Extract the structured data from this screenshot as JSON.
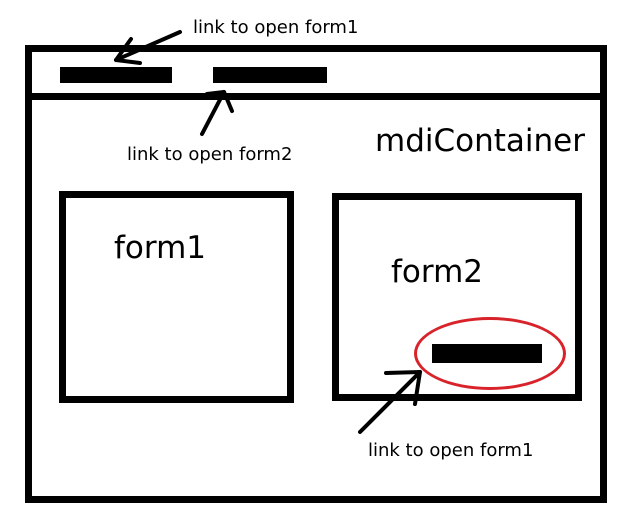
{
  "annotations": {
    "top": "link to open form1",
    "middle": "link to open form2",
    "bottom": "link to open form1"
  },
  "container": {
    "title": "mdiContainer"
  },
  "forms": {
    "form1": {
      "title": "form1"
    },
    "form2": {
      "title": "form2"
    }
  },
  "colors": {
    "ink": "#000000",
    "highlight": "#d8232a",
    "background": "#ffffff"
  }
}
